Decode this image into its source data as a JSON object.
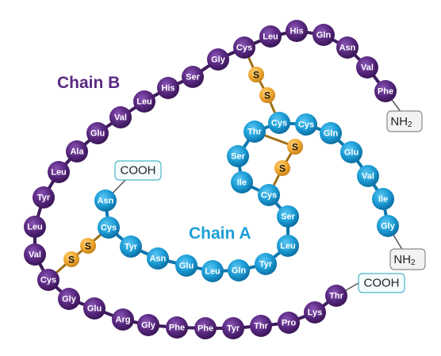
{
  "colors": {
    "chain_a": "#1e9fd8",
    "chain_b": "#5b2a83",
    "disulfide": "#f0a830",
    "terminal_border_a": "#4bb6c6",
    "terminal_border_b": "#8a8a8a"
  },
  "labels": {
    "chain_a": "Chain A",
    "chain_b": "Chain B"
  },
  "chain_b": {
    "nh2": "NH",
    "nh2_sub": "2",
    "cooh": "COOH",
    "residues": [
      "Phe",
      "Val",
      "Asn",
      "Gln",
      "His",
      "Leu",
      "Cys",
      "Gly",
      "Ser",
      "His",
      "Leu",
      "Val",
      "Glu",
      "Ala",
      "Leu",
      "Tyr",
      "Leu",
      "Val",
      "Cys",
      "Gly",
      "Glu",
      "Arg",
      "Gly",
      "Phe",
      "Phe",
      "Tyr",
      "Thr",
      "Pro",
      "Lys",
      "Thr"
    ]
  },
  "chain_a": {
    "nh2": "NH",
    "nh2_sub": "2",
    "cooh": "COOH",
    "residues": [
      "Gly",
      "Ile",
      "Val",
      "Glu",
      "Gln",
      "Cys",
      "Cys",
      "Thr",
      "Ser",
      "Ile",
      "Cys",
      "Ser",
      "Leu",
      "Tyr",
      "Gln",
      "Leu",
      "Glu",
      "Asn",
      "Tyr",
      "Cys",
      "Asn"
    ]
  },
  "disulfide_label": "S"
}
